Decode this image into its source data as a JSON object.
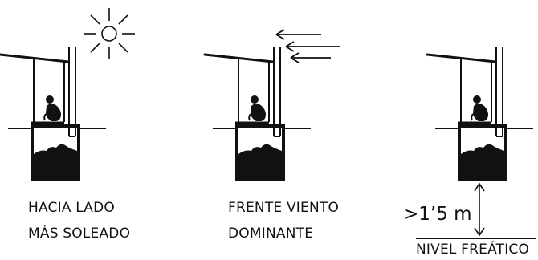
{
  "panels": [
    {
      "line1": "HACIA LADO",
      "line2": "MÁS SOLEADO",
      "icon": "sun-icon"
    },
    {
      "line1": "FRENTE VIENTO",
      "line2": "DOMINANTE",
      "icon": "wind-arrows-icon"
    },
    {
      "line1": "NIVEL FREÁTICO",
      "icon": "water-table-line"
    }
  ],
  "distance_label": ">1’5 m",
  "colors": {
    "ink": "#111111",
    "background": "#ffffff"
  }
}
